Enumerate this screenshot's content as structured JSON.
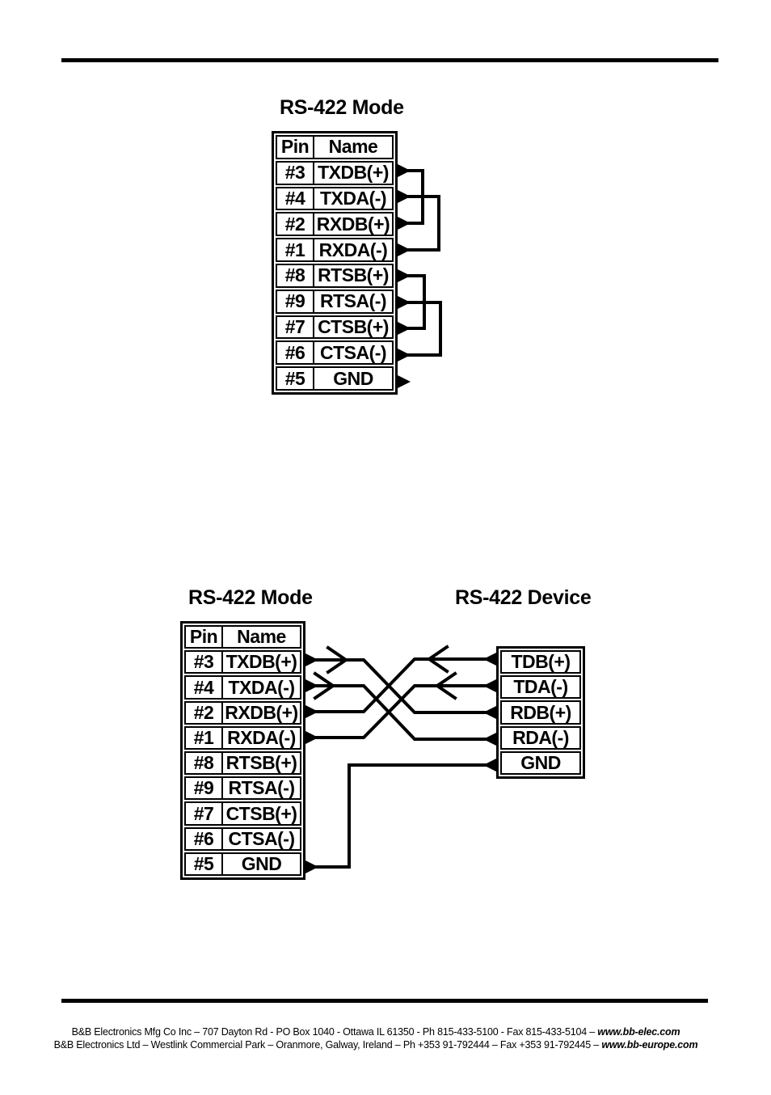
{
  "page": {
    "ink_color": "#000000",
    "background_color": "#ffffff"
  },
  "diagram_loopback": {
    "title": "RS-422 Mode",
    "table": {
      "headers": [
        "Pin",
        "Name"
      ],
      "rows": [
        [
          "#3",
          "TXDB(+)"
        ],
        [
          "#4",
          "TXDA(-)"
        ],
        [
          "#2",
          "RXDB(+)"
        ],
        [
          "#1",
          "RXDA(-)"
        ],
        [
          "#8",
          "RTSB(+)"
        ],
        [
          "#9",
          "RTSA(-)"
        ],
        [
          "#7",
          "CTSB(+)"
        ],
        [
          "#6",
          "CTSA(-)"
        ],
        [
          "#5",
          "GND"
        ]
      ]
    },
    "connections": [
      "TXDB(+) to RXDB(+)",
      "TXDA(-) to RXDA(-)",
      "RTSB(+) to CTSB(+)",
      "RTSA(-) to CTSA(-)",
      "GND stub"
    ]
  },
  "diagram_device": {
    "left_title": "RS-422 Mode",
    "right_title": "RS-422 Device",
    "left_table": {
      "headers": [
        "Pin",
        "Name"
      ],
      "rows": [
        [
          "#3",
          "TXDB(+)"
        ],
        [
          "#4",
          "TXDA(-)"
        ],
        [
          "#2",
          "RXDB(+)"
        ],
        [
          "#1",
          "RXDA(-)"
        ],
        [
          "#8",
          "RTSB(+)"
        ],
        [
          "#9",
          "RTSA(-)"
        ],
        [
          "#7",
          "CTSB(+)"
        ],
        [
          "#6",
          "CTSA(-)"
        ],
        [
          "#5",
          "GND"
        ]
      ]
    },
    "right_table": {
      "rows": [
        "TDB(+)",
        "TDA(-)",
        "RDB(+)",
        "RDA(-)",
        "GND"
      ]
    },
    "connections": [
      "TXDB(+) to RDB(+)",
      "TXDA(-) to RDA(-)",
      "TDB(+) to RXDB(+)",
      "TDA(-) to RXDA(-)",
      "GND to GND"
    ]
  },
  "footer": {
    "line1_text": "B&B Electronics Mfg Co Inc – 707 Dayton Rd - PO Box 1040 - Ottawa IL 61350 - Ph 815-433-5100 - Fax 815-433-5104 – ",
    "line1_url": "www.bb-elec.com",
    "line2_text": "B&B Electronics Ltd – Westlink Commercial Park – Oranmore, Galway, Ireland – Ph +353 91-792444 – Fax +353 91-792445 – ",
    "line2_url": "www.bb-europe.com"
  }
}
